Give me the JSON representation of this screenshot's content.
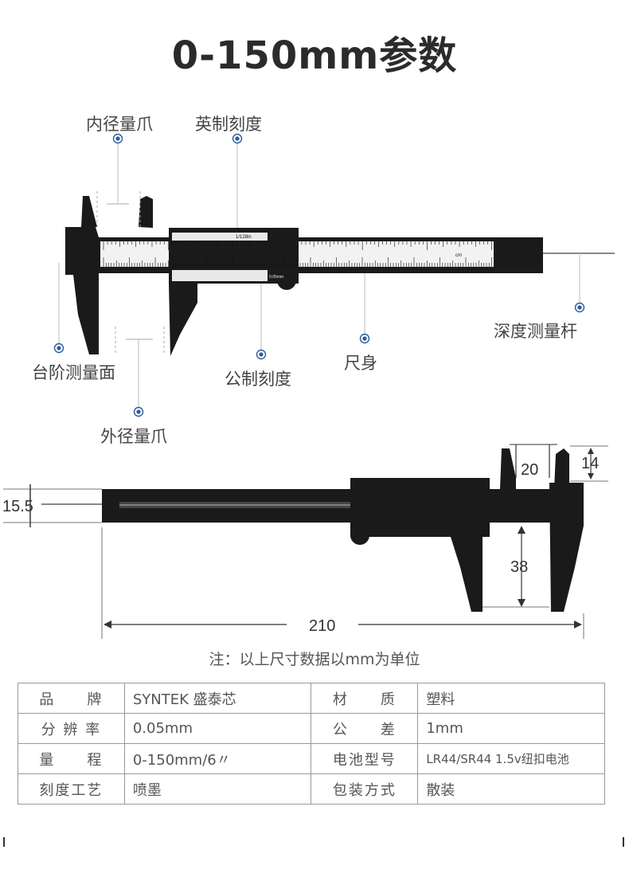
{
  "title": "0-150mm参数",
  "callouts": {
    "inner_jaw": "内径量爪",
    "inch_scale": "英制刻度",
    "depth_rod": "深度测量杆",
    "step_face": "台阶测量面",
    "metric_scale": "公制刻度",
    "ruler_body": "尺身",
    "outer_jaw": "外径量爪"
  },
  "dimensions": {
    "height": "15.5",
    "inner_jaw": "20",
    "jaw_gap": "14",
    "outer_jaw": "38",
    "length": "210"
  },
  "caliper_marks": {
    "fraction": "1/128in",
    "resolution": "0.05mm",
    "unit": "cm"
  },
  "note": "注：以上尺寸数据以mm为单位",
  "specs": [
    {
      "k1": "品　　牌",
      "v1": "SYNTEK 盛泰芯",
      "k2": "材　　质",
      "v2": "塑料"
    },
    {
      "k1": "分 辨 率",
      "v1": "0.05mm",
      "k2": "公　　差",
      "v2": "1mm"
    },
    {
      "k1": "量　　程",
      "v1": "0-150mm/6〃",
      "k2": "电池型号",
      "v2": "LR44/SR44  1.5v纽扣电池"
    },
    {
      "k1": "刻度工艺",
      "v1": "喷墨",
      "k2": "包装方式",
      "v2": "散装"
    }
  ],
  "colors": {
    "accent_dot": "#2a5b9c",
    "caliper": "#1a1a1a"
  }
}
